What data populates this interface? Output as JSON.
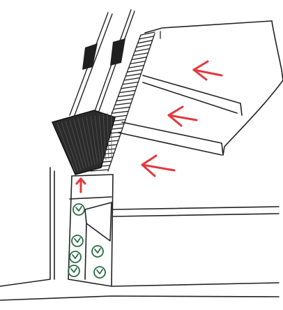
{
  "sketch": {
    "colors": {
      "ink": "#1f1f1f",
      "arrow_red": "#e0393c",
      "plant_green": "#2a6b44",
      "paper": "#ffffff"
    },
    "inflow_arrow_count": 3,
    "plant_symbol_count": 6,
    "icons": [
      "pen-sketch",
      "red-arrow-icon",
      "plant-symbol-icon"
    ]
  }
}
